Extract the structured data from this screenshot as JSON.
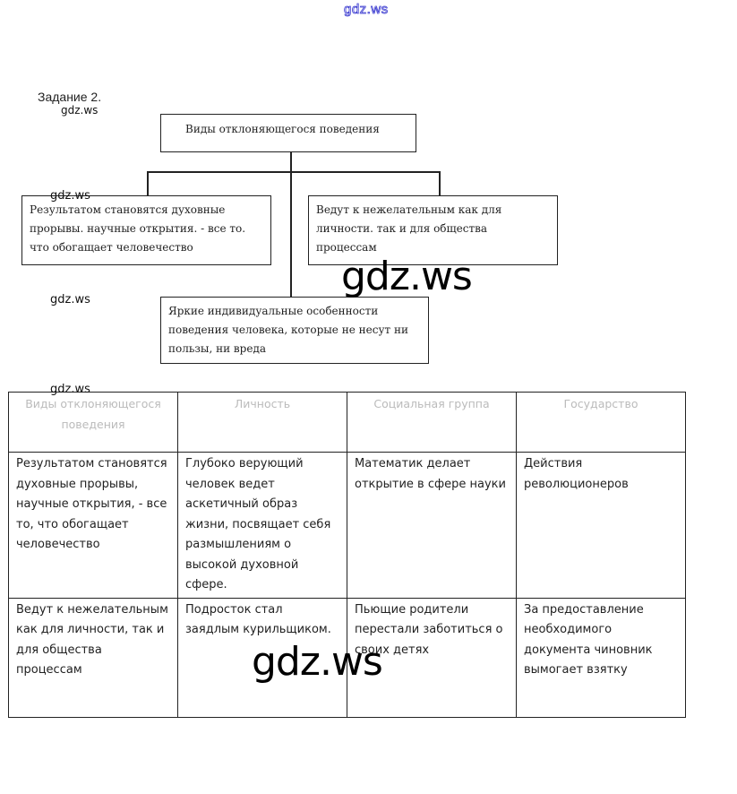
{
  "watermarks": {
    "top": "gdz.ws",
    "small": "gdz.ws",
    "big": "gdz.ws"
  },
  "task_label": "Задание 2.",
  "diagram": {
    "root": "Виды отклоняющегося поведения",
    "left": "Результатом становятся духовные прорывы. научные открытия. - все то. что обогащает человечество",
    "right": "Ведут к нежелательным как для личности. так и для общества процессам",
    "bottom": "Яркие индивидуальные особенности поведения человека, которые не несут ни пользы, ни вреда"
  },
  "table": {
    "headers": [
      "Виды отклоняющегося поведения",
      "Личность",
      "Социальная группа",
      "Государство"
    ],
    "rows": [
      [
        "Результатом становятся духовные прорывы, научные открытия, - все то, что обогащает человечество",
        "Глубоко верующий человек ведет аскетичный образ жизни, посвящает себя размышлениям о высокой духовной сфере.",
        "Математик делает открытие в сфере науки",
        "Действия революционеров"
      ],
      [
        "Ведут к нежелательным как для личности, так и для общества процессам",
        "Подросток стал заядлым курильщиком.",
        "Пьющие родители перестали заботиться о своих детях",
        "За предоставление необходимого документа чиновник вымогает взятку"
      ]
    ]
  }
}
